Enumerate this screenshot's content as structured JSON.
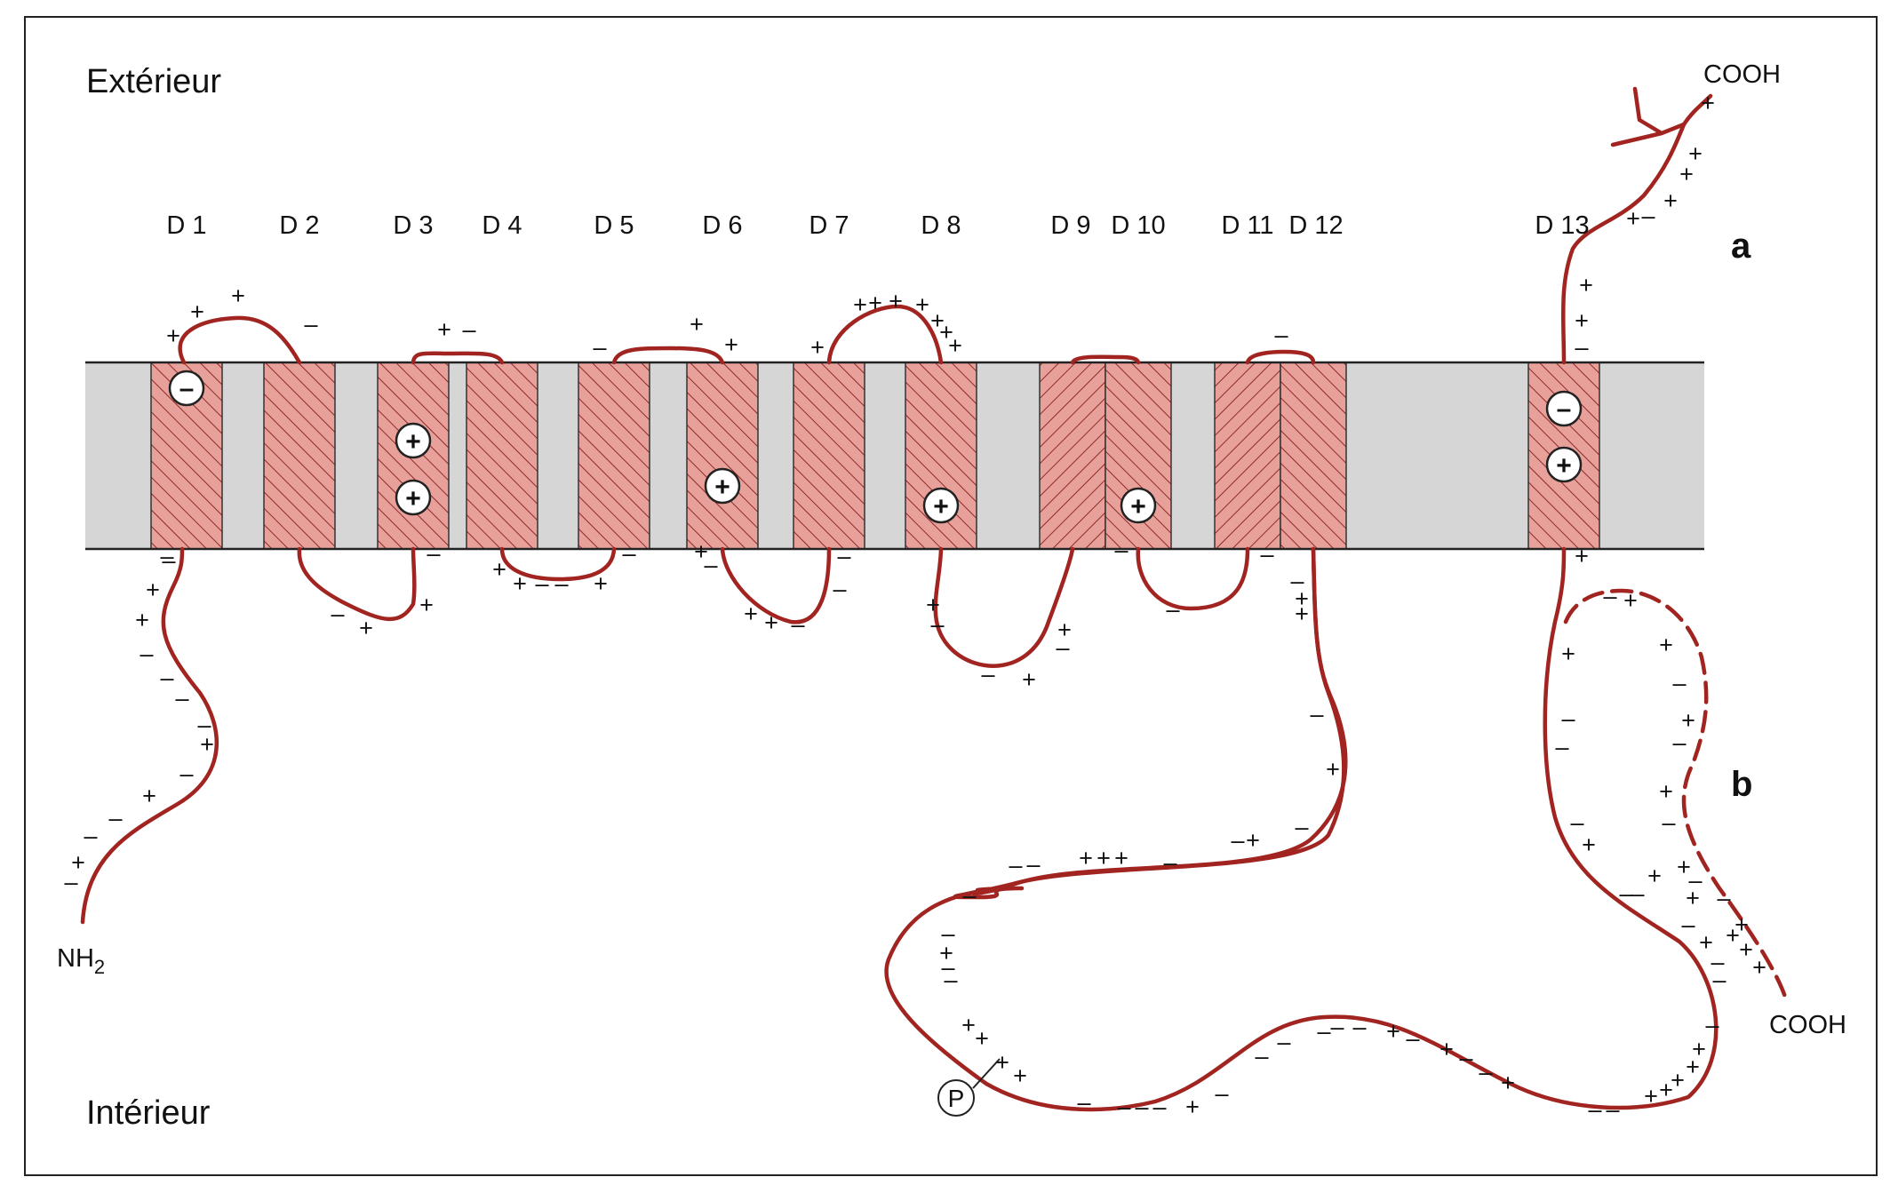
{
  "colors": {
    "membrane": "#d6d6d6",
    "segment_fill": "#e8a19a",
    "segment_hatch": "#8e2a28",
    "chain": "#a12420",
    "frame": "#222222"
  },
  "regions": {
    "exterior": "Extérieur",
    "interior": "Intérieur"
  },
  "domains": [
    {
      "label": "D 1"
    },
    {
      "label": "D 2"
    },
    {
      "label": "D 3"
    },
    {
      "label": "D 4"
    },
    {
      "label": "D 5"
    },
    {
      "label": "D 6"
    },
    {
      "label": "D 7"
    },
    {
      "label": "D 8"
    },
    {
      "label": "D 9"
    },
    {
      "label": "D 10"
    },
    {
      "label": "D 11"
    },
    {
      "label": "D 12"
    },
    {
      "label": "D 13"
    }
  ],
  "termini": {
    "n_terminus_text": "NH",
    "n_terminus_sub": "2",
    "c_terminus_a": "COOH",
    "c_terminus_b": "COOH"
  },
  "panels": {
    "a": "a",
    "b": "b"
  },
  "phospho_label": "P",
  "charge_symbols": {
    "plus": "+",
    "minus": "–"
  },
  "membrane_charges": [
    {
      "domain": "D 1",
      "sign": "minus"
    },
    {
      "domain": "D 3",
      "sign": "plus"
    },
    {
      "domain": "D 3",
      "sign": "plus"
    },
    {
      "domain": "D 6",
      "sign": "plus"
    },
    {
      "domain": "D 8",
      "sign": "plus"
    },
    {
      "domain": "D 10",
      "sign": "plus"
    },
    {
      "domain": "D 13",
      "sign": "minus"
    },
    {
      "domain": "D 13",
      "sign": "plus"
    }
  ]
}
